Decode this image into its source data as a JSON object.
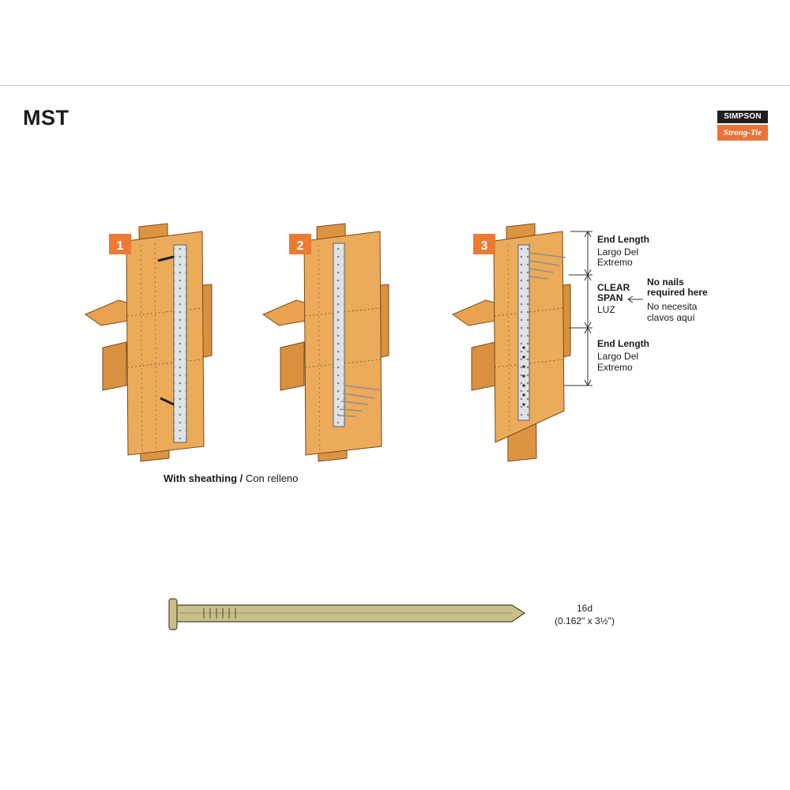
{
  "title": "MST",
  "logo": {
    "top": "SIMPSON",
    "bottom": "Strong-Tie"
  },
  "steps": [
    "1",
    "2",
    "3"
  ],
  "caption": {
    "bold": "With sheathing /",
    "normal": "Con relleno"
  },
  "dimensions": {
    "end_length_top": {
      "title": "End Length",
      "sub1": "Largo Del",
      "sub2": "Extremo"
    },
    "clear_span": {
      "title1": "CLEAR",
      "title2": "SPAN",
      "sub": "LUZ"
    },
    "no_nails": {
      "en1": "No nails",
      "en2": "required here",
      "es1": "No necesita",
      "es2": "clavos aquí"
    },
    "end_length_bottom": {
      "title": "End Length",
      "sub1": "Largo Del",
      "sub2": "Extremo"
    }
  },
  "nail": {
    "size": "16d",
    "dims": "(0.162\" x 3½\")"
  },
  "colors": {
    "wood": "#e9a24e",
    "wood_dark": "#c98232",
    "strap": "#dfe3e6",
    "badge": "#ec7a33",
    "nail": "#c9bf8a"
  }
}
